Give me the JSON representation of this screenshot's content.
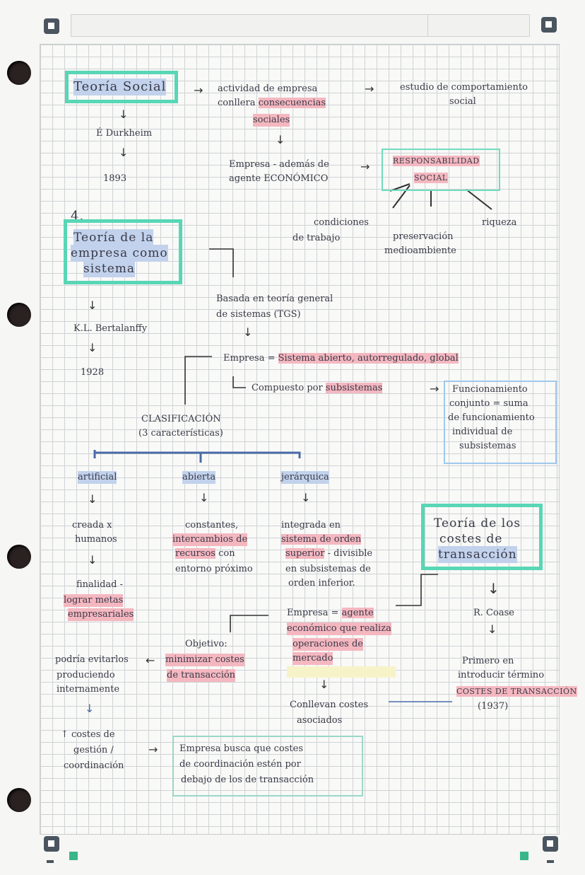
{
  "colors": {
    "highlight_pink": "#f4b7c0",
    "highlight_blue": "#c2d2ec",
    "box_green": "#58d6b5",
    "box_blue": "#9ec9ee"
  },
  "teoria_social": {
    "title": "Teoría Social",
    "author": "É Durkheim",
    "year": "1893",
    "line1": "actividad de empresa",
    "line2a": "conllera ",
    "line2b": "consecuencias",
    "line3": "sociales",
    "estudio1": "estudio de comportamiento",
    "estudio2": "social",
    "empresa1": "Empresa - además de",
    "empresa2": "agente ECONÓMICO",
    "resp1": "RESPONSABILIDAD",
    "resp2": "SOCIAL",
    "cond1": "condiciones",
    "cond2": "de trabajo",
    "pres1": "preservación",
    "pres2": "medioambiente",
    "riqueza": "riqueza"
  },
  "teoria_sistema": {
    "number": "4.",
    "title1": "Teoría de la",
    "title2": "empresa como",
    "title3": "sistema",
    "author": "K.L. Bertalanffy",
    "year": "1928",
    "basada1": "Basada en teoría general",
    "basada2": "de sistemas (TGS)",
    "empresa_label": "Empresa = ",
    "empresa_def": "Sistema abierto, autorregulado, global",
    "compuesto": "Compuesto por ",
    "subsistemas": "subsistemas",
    "func1": "Funcionamiento",
    "func2": "conjunto = suma",
    "func3": "de funcionamiento",
    "func4": "individual de",
    "func5": "subsistemas",
    "clasif1": "CLASIFICACIÓN",
    "clasif2": "(3 características)",
    "artificial": "artificial",
    "abierta": "abierta",
    "jerarquica": "jerárquica",
    "art1": "creada x",
    "art2": "humanos",
    "art3": "finalidad -",
    "art4": "lograr metas",
    "art5": "empresariales",
    "ab1": "constantes,",
    "ab2": "intercambios de",
    "ab3": "recursos",
    "ab3b": " con",
    "ab4": "entorno próximo",
    "jer1": "integrada en",
    "jer2a": "sistema",
    "jer2b": " de orden",
    "jer3a": "superior",
    "jer3b": " - divisible",
    "jer4": "en subsistemas de",
    "jer5": "orden inferior."
  },
  "teoria_costes": {
    "title1": "Teoría de los",
    "title2": "costes de",
    "title3": "transacción",
    "author": "R. Coase",
    "primero1": "Primero en",
    "primero2": "introducir término",
    "primero3": "COSTES DE TRANSACCIÓN",
    "year": "(1937)",
    "emp1a": "Empresa = ",
    "emp1b": "agente",
    "emp2": "económico que realiza",
    "emp3": "operaciones de",
    "emp4": "mercado",
    "conllevan1": "Conllevan costes",
    "conllevan2": "asociados",
    "obj1": "Objetivo:",
    "obj2": "minimizar costes",
    "obj3": "de transacción",
    "evit1": "podría evitarlos",
    "evit2": "produciendo",
    "evit3": "internamente",
    "gest1": "↑ costes de",
    "gest2": "gestión /",
    "gest3": "coordinación",
    "busca1": "Empresa busca que costes",
    "busca2": "de coordinación estén por",
    "busca3": "debajo de los de transacción"
  }
}
